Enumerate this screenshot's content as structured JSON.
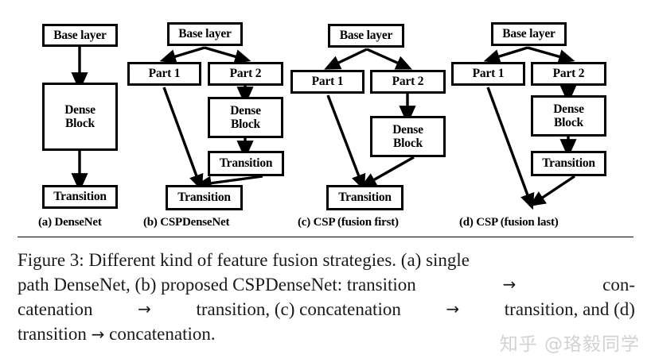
{
  "figure": {
    "label": "Figure 3",
    "panels": [
      {
        "id": "a",
        "caption": "(a) DenseNet",
        "nodes": [
          {
            "name": "base-layer",
            "label": "Base layer"
          },
          {
            "name": "dense-block",
            "label": "Dense\nBlock"
          },
          {
            "name": "transition",
            "label": "Transition"
          }
        ],
        "edges": [
          "base layer -> dense block",
          "dense block -> transition"
        ]
      },
      {
        "id": "b",
        "caption": "(b) CSPDenseNet",
        "nodes": [
          {
            "name": "base-layer",
            "label": "Base layer"
          },
          {
            "name": "part-1",
            "label": "Part 1"
          },
          {
            "name": "part-2",
            "label": "Part 2"
          },
          {
            "name": "dense-block",
            "label": "Dense\nBlock"
          },
          {
            "name": "transition-1",
            "label": "Transition"
          },
          {
            "name": "transition-2",
            "label": "Transition"
          }
        ],
        "edges": [
          "base layer -> part 1",
          "base layer -> part 2",
          "part 2 -> dense block",
          "dense block -> transition 1",
          "transition 1 -> transition 2",
          "part 1 -> transition 2"
        ]
      },
      {
        "id": "c",
        "caption": "(c) CSP (fusion first)",
        "nodes": [
          {
            "name": "base-layer",
            "label": "Base layer"
          },
          {
            "name": "part-1",
            "label": "Part 1"
          },
          {
            "name": "part-2",
            "label": "Part 2"
          },
          {
            "name": "dense-block",
            "label": "Dense\nBlock"
          },
          {
            "name": "transition",
            "label": "Transition"
          }
        ],
        "edges": [
          "base layer -> part 1",
          "base layer -> part 2",
          "part 2 -> dense block",
          "dense block -> transition",
          "part 1 -> transition"
        ]
      },
      {
        "id": "d",
        "caption": "(d) CSP (fusion last)",
        "nodes": [
          {
            "name": "base-layer",
            "label": "Base layer"
          },
          {
            "name": "part-1",
            "label": "Part 1"
          },
          {
            "name": "part-2",
            "label": "Part 2"
          },
          {
            "name": "dense-block",
            "label": "Dense\nBlock"
          },
          {
            "name": "transition",
            "label": "Transition"
          }
        ],
        "edges": [
          "base layer -> part 1",
          "base layer -> part 2",
          "part 2 -> dense block",
          "dense block -> transition",
          "transition -> concatenation point",
          "part 1 -> concatenation point"
        ]
      }
    ]
  },
  "caption": {
    "line1": "Figure 3:  Different kind of feature fusion strategies.  (a) single",
    "line2_a": "path DenseNet, (b) proposed CSPDenseNet: transition",
    "line2_arrow": "→",
    "line2_b": "con-",
    "line3_a": "catenation",
    "line3_arrow1": "→",
    "line3_b": "transition, (c) concatenation",
    "line3_arrow2": "→",
    "line3_c": "transition, and (d)",
    "line4_a": "transition",
    "line4_arrow": "→",
    "line4_b": "concatenation."
  },
  "watermark": {
    "text": "知乎 @珞毅同学"
  },
  "colors": {
    "stroke": "#000000",
    "background": "#ffffff",
    "text": "#000000",
    "watermark": "#d2d2d2"
  }
}
